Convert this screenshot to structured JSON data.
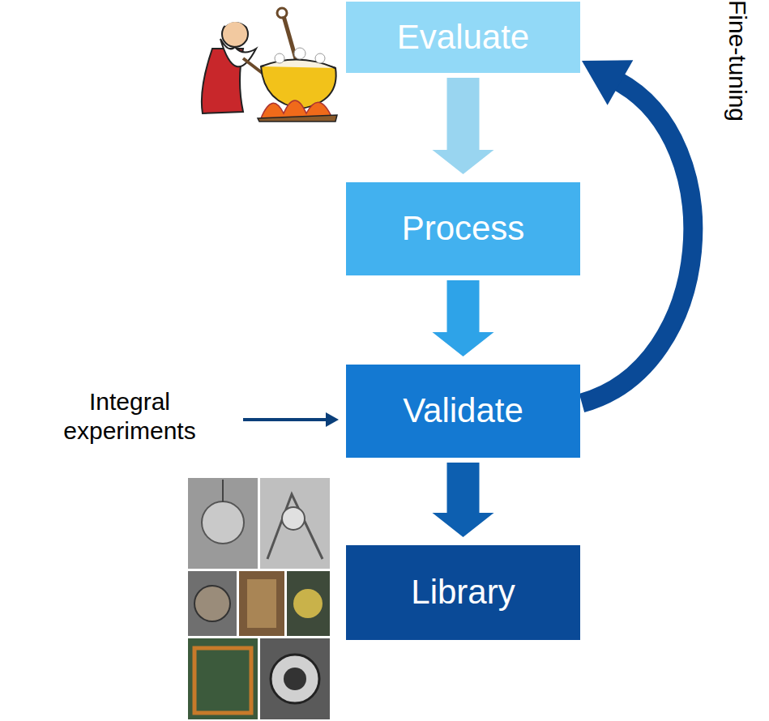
{
  "diagram": {
    "nodes": [
      {
        "text": [
          "Evaluate"
        ]
      },
      {
        "text": [
          "Process"
        ]
      },
      {
        "text": [
          "Validate"
        ]
      },
      {
        "text": [
          "Library"
        ]
      }
    ],
    "edges": [
      {
        "from": 0,
        "to": 1,
        "arrow": "to"
      },
      {
        "from": 1,
        "to": 2,
        "arrow": "to"
      },
      {
        "from": 2,
        "to": 3,
        "arrow": "to"
      },
      {
        "from": 2,
        "to": 0,
        "arrow": "to",
        "label": "Fine-tuning"
      }
    ],
    "labels": [
      "Integral experiments"
    ]
  }
}
